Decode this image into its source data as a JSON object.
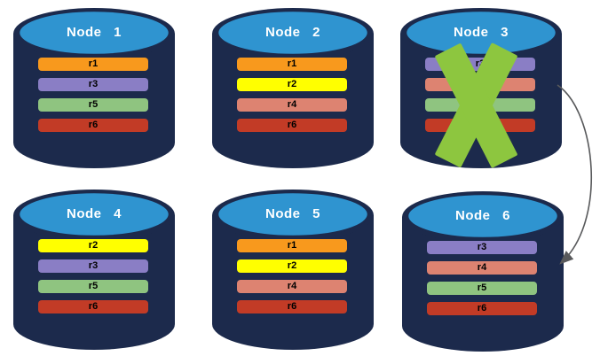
{
  "palette": {
    "background": "#FFFFFF",
    "node_body": "#1C2A4C",
    "node_top": "#2F94D0",
    "node_title_color": "#FFFFFF",
    "bar_text_color": "#000000",
    "x_mark": "#8DC63F",
    "arrow": "#58595B"
  },
  "nodes": [
    {
      "id": "node-1",
      "title": "Node 1",
      "failed": false,
      "replicas": [
        {
          "label": "r1",
          "color": "#F8991D"
        },
        {
          "label": "r3",
          "color": "#8A7EC5"
        },
        {
          "label": "r5",
          "color": "#8FC480"
        },
        {
          "label": "r6",
          "color": "#C23B26"
        }
      ]
    },
    {
      "id": "node-2",
      "title": "Node 2",
      "failed": false,
      "replicas": [
        {
          "label": "r1",
          "color": "#F8991D"
        },
        {
          "label": "r2",
          "color": "#FFFF00"
        },
        {
          "label": "r4",
          "color": "#DD8371"
        },
        {
          "label": "r6",
          "color": "#C23B26"
        }
      ]
    },
    {
      "id": "node-3",
      "title": "Node 3",
      "failed": true,
      "replicas": [
        {
          "label": "r3",
          "color": "#8A7EC5"
        },
        {
          "label": "r4",
          "color": "#DD8371"
        },
        {
          "label": "r5",
          "color": "#8FC480"
        },
        {
          "label": "r6",
          "color": "#C23B26"
        }
      ]
    },
    {
      "id": "node-4",
      "title": "Node 4",
      "failed": false,
      "replicas": [
        {
          "label": "r2",
          "color": "#FFFF00"
        },
        {
          "label": "r3",
          "color": "#8A7EC5"
        },
        {
          "label": "r5",
          "color": "#8FC480"
        },
        {
          "label": "r6",
          "color": "#C23B26"
        }
      ]
    },
    {
      "id": "node-5",
      "title": "Node 5",
      "failed": false,
      "replicas": [
        {
          "label": "r1",
          "color": "#F8991D"
        },
        {
          "label": "r2",
          "color": "#FFFF00"
        },
        {
          "label": "r4",
          "color": "#DD8371"
        },
        {
          "label": "r6",
          "color": "#C23B26"
        }
      ]
    },
    {
      "id": "node-6",
      "title": "Node 6",
      "failed": false,
      "replicas": [
        {
          "label": "r3",
          "color": "#8A7EC5"
        },
        {
          "label": "r4",
          "color": "#DD8371"
        },
        {
          "label": "r5",
          "color": "#8FC480"
        },
        {
          "label": "r6",
          "color": "#C23B26"
        }
      ]
    }
  ],
  "failover_arrow": {
    "from": "Node 3",
    "to": "Node 6",
    "color": "#58595B"
  },
  "failure_marker": {
    "node": "Node 3",
    "symbol": "x-mark",
    "color": "#8DC63F"
  }
}
